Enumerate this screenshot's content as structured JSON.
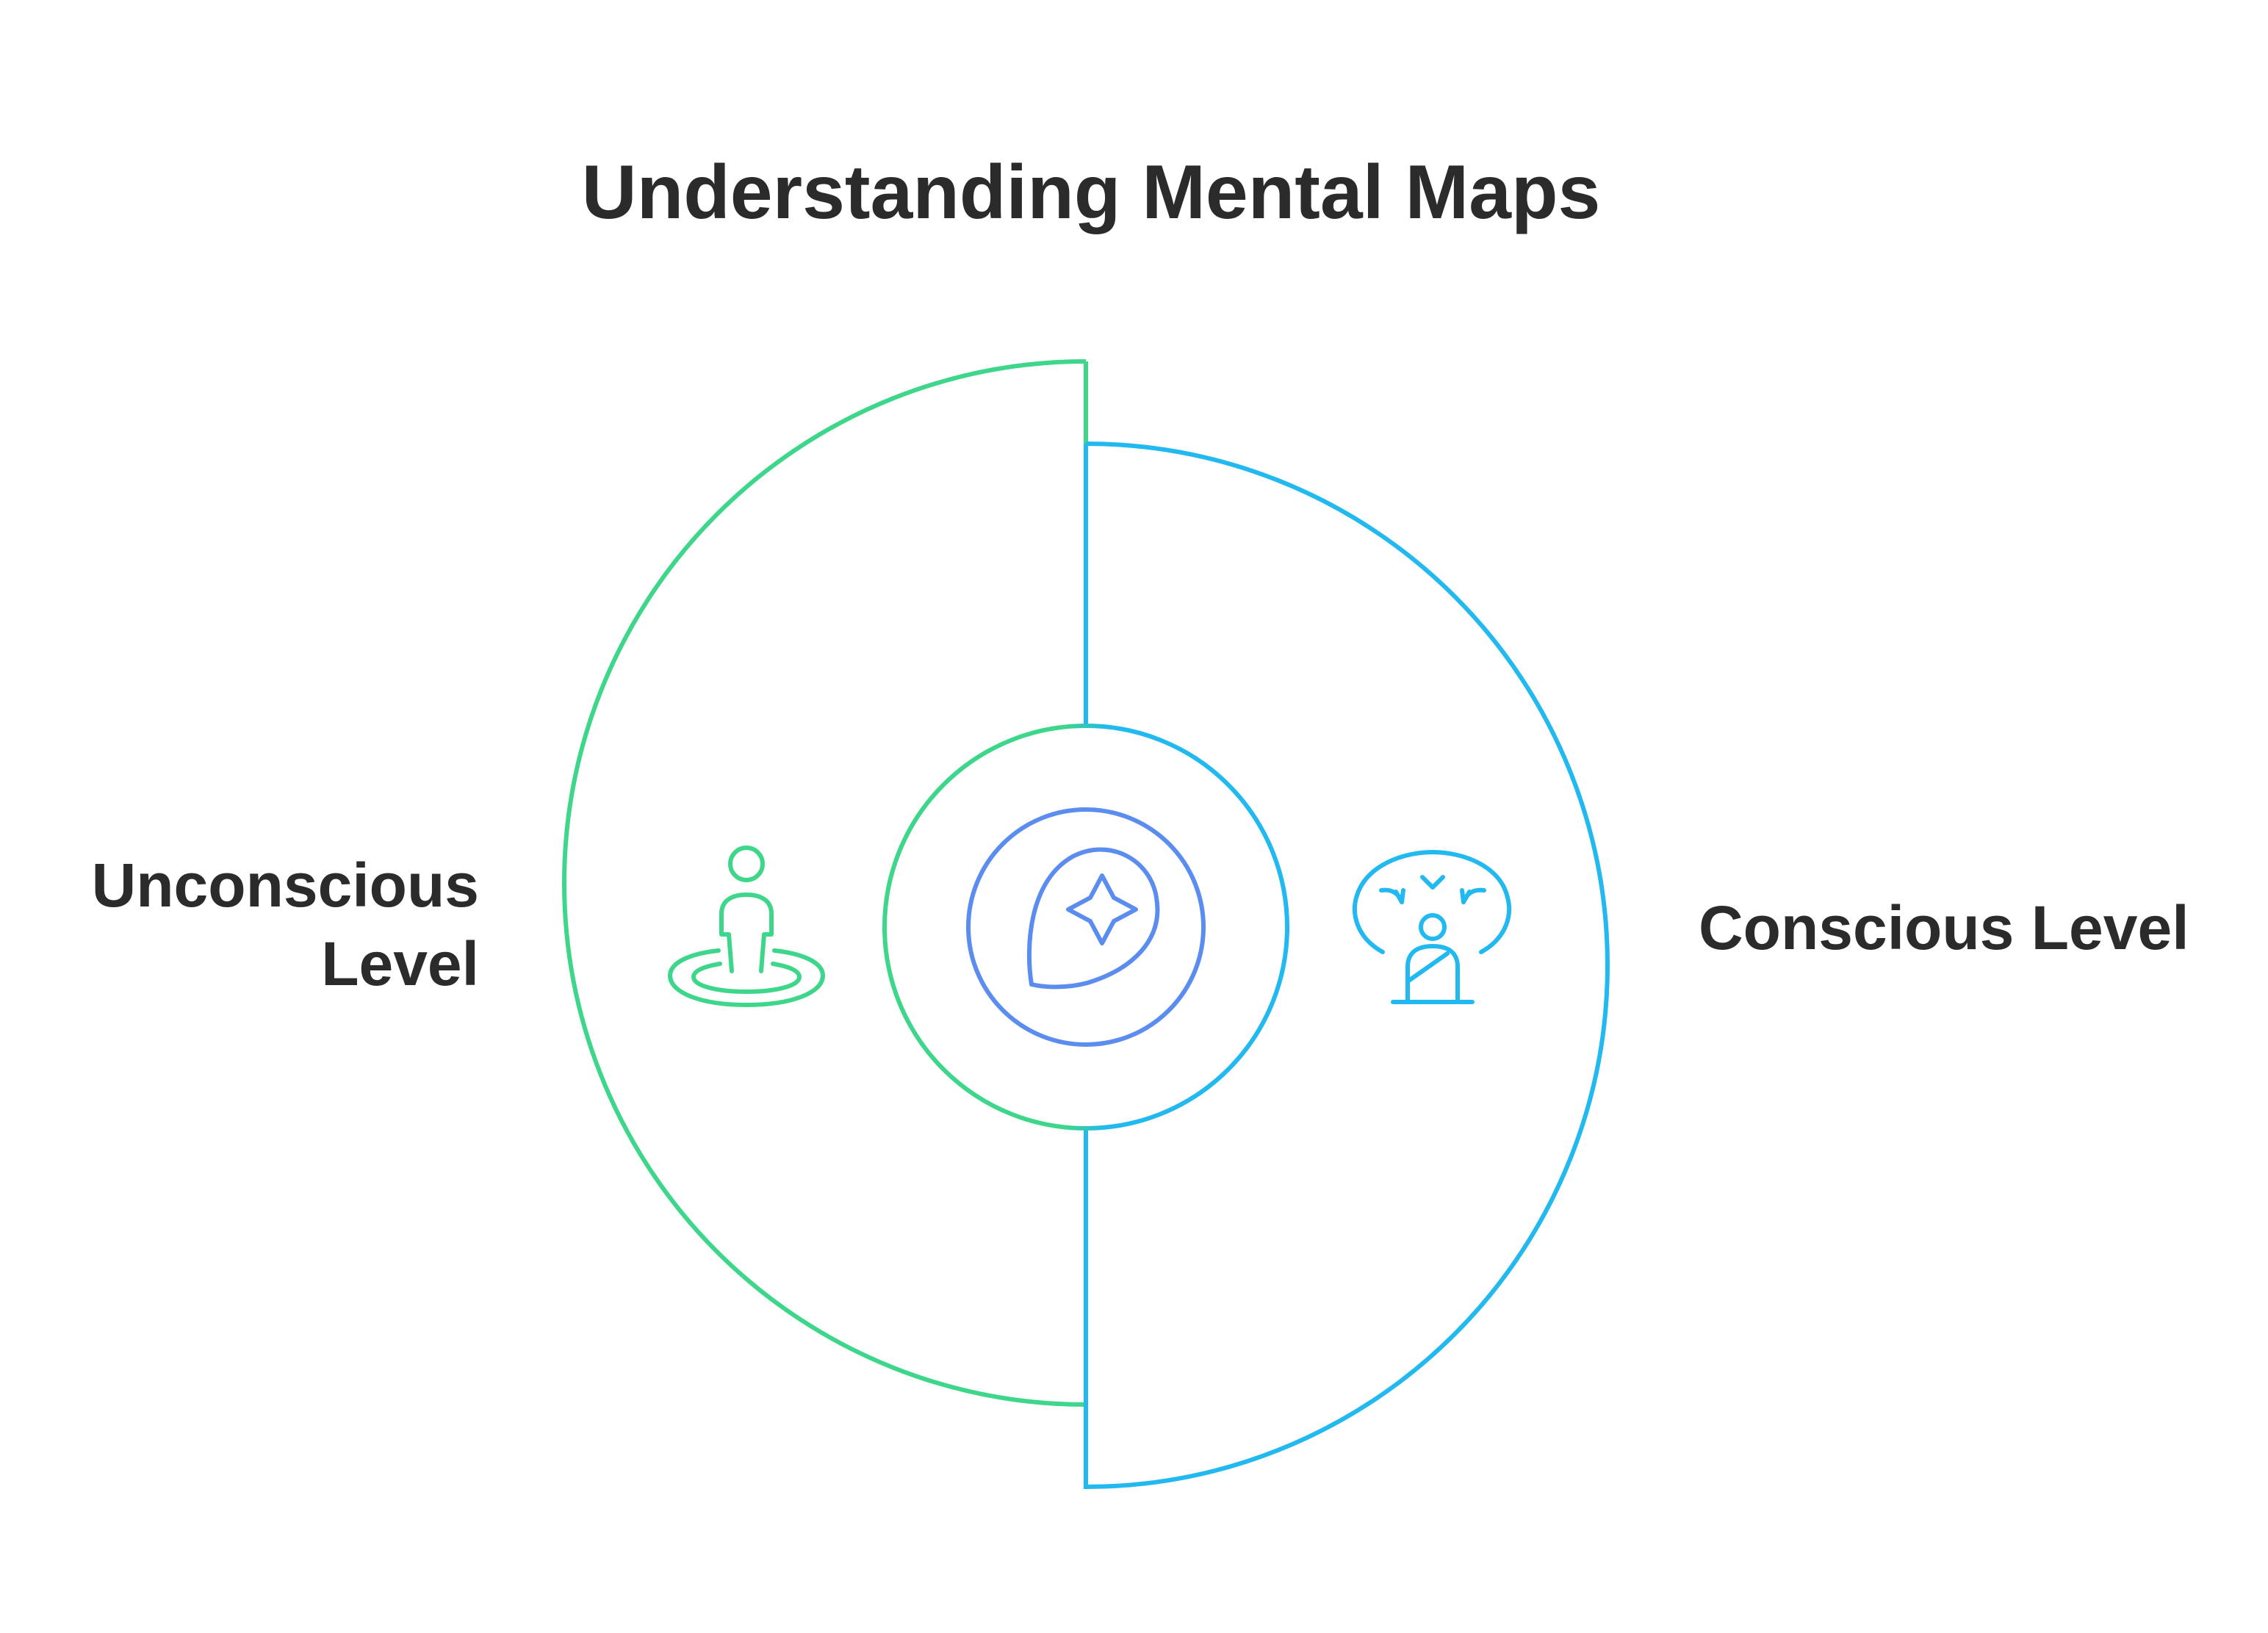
{
  "title": "Understanding Mental Maps",
  "segments": [
    {
      "id": "unconscious",
      "label_lines": [
        "Unconscious",
        "Level"
      ],
      "color": "#3ed68a",
      "icon": "person-standing-in-ripples-icon"
    },
    {
      "id": "conscious",
      "label_lines": [
        "Conscious Level"
      ],
      "color": "#22b8f0",
      "icon": "person-with-thought-arrows-icon"
    }
  ],
  "center": {
    "icon": "mind-sparkle-icon",
    "color": "#5b8cf0"
  }
}
